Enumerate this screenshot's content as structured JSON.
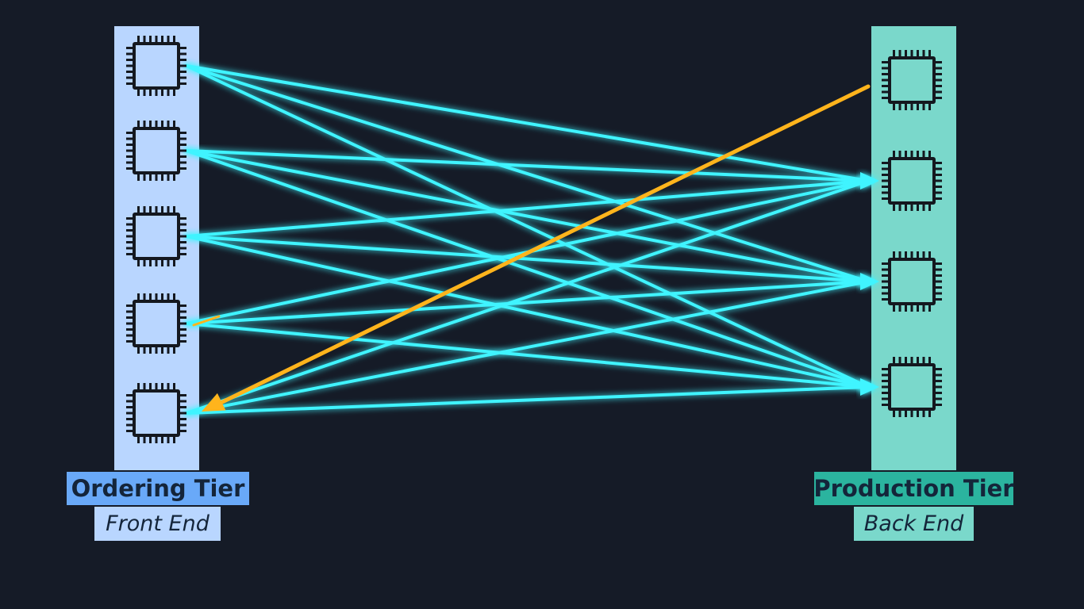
{
  "front_tier": {
    "title": "Ordering Tier",
    "subtitle": "Front End",
    "instance_count": 5,
    "colors": {
      "column": "#b9d6ff",
      "title_bg": "#69a9f8"
    }
  },
  "back_tier": {
    "title": "Production Tier",
    "subtitle": "Back End",
    "instance_count": 4,
    "colors": {
      "column": "#7ad8cb",
      "title_bg": "#2bb49f"
    }
  },
  "connections": {
    "color": "#3ff4ff",
    "style": "glowing-arrow",
    "links": [
      {
        "from": "front-1",
        "to": "back-2"
      },
      {
        "from": "front-1",
        "to": "back-3"
      },
      {
        "from": "front-1",
        "to": "back-4"
      },
      {
        "from": "front-2",
        "to": "back-2"
      },
      {
        "from": "front-2",
        "to": "back-3"
      },
      {
        "from": "front-2",
        "to": "back-4"
      },
      {
        "from": "front-3",
        "to": "back-2"
      },
      {
        "from": "front-3",
        "to": "back-3"
      },
      {
        "from": "front-3",
        "to": "back-4"
      },
      {
        "from": "front-4",
        "to": "back-2"
      },
      {
        "from": "front-4",
        "to": "back-3"
      },
      {
        "from": "front-4",
        "to": "back-4"
      },
      {
        "from": "front-5",
        "to": "back-2"
      },
      {
        "from": "front-5",
        "to": "back-3"
      },
      {
        "from": "front-5",
        "to": "back-4"
      }
    ]
  },
  "highlight": {
    "color": "#ffb41c",
    "from": "back-1",
    "to": "front-5"
  },
  "icon": "ec2-chip-icon",
  "colors": {
    "background": "#151b27",
    "chip_stroke": "#14181f"
  }
}
